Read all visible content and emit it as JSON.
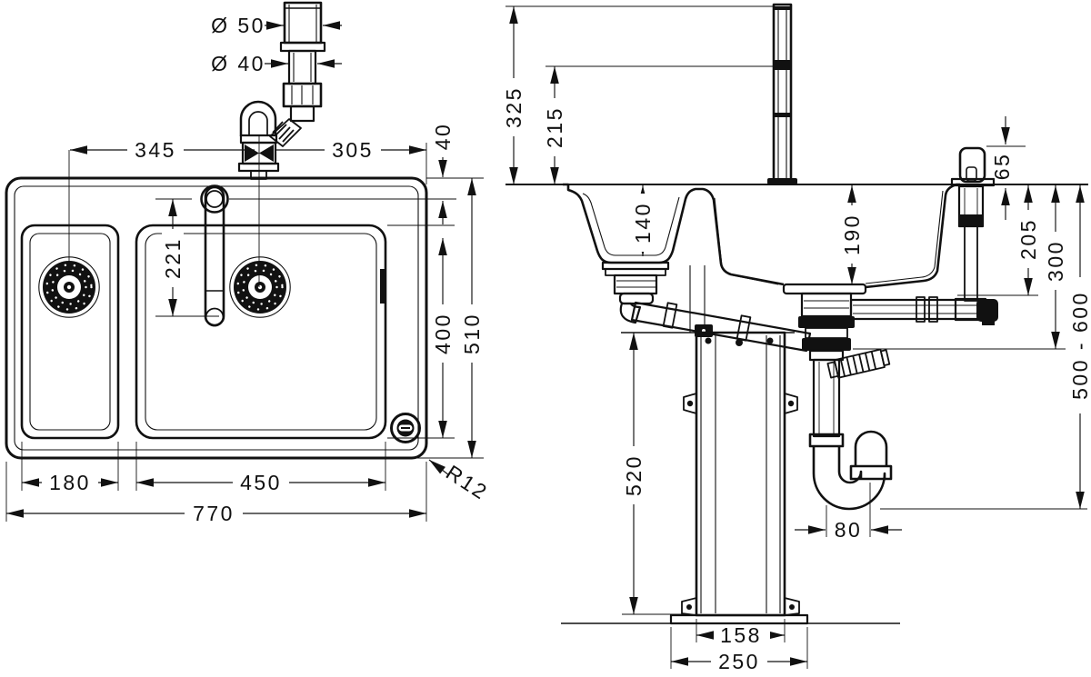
{
  "page": {
    "background": "#ffffff",
    "ink": "#111111"
  },
  "plan_view": {
    "dims": {
      "waste_pipe_outer_diameter": "Ø 50",
      "waste_pipe_diameter": "Ø 40",
      "left_drain_to_waste_center": "345",
      "waste_center_to_right_edge": "305",
      "tap_hole_to_rear_edge": "40",
      "spout_reach": "221",
      "bowl_depth": "400",
      "sink_depth": "510",
      "left_bowl_width": "180",
      "main_bowl_width": "450",
      "sink_width": "770",
      "corner_radius": "R12"
    }
  },
  "section_view": {
    "dims": {
      "tap_height_above_deck": "325",
      "spout_outlet_height": "215",
      "small_bowl_depth": "140",
      "main_bowl_depth": "190",
      "drain_knob_height": "65",
      "waste_assembly_depth": "205",
      "clearance_depth": "300",
      "wall_outlet_height_range": "500 - 600",
      "mounting_stand_height": "520",
      "trap_bend_offset": "80",
      "stand_profile_width": "158",
      "base_plate_width": "250"
    }
  }
}
